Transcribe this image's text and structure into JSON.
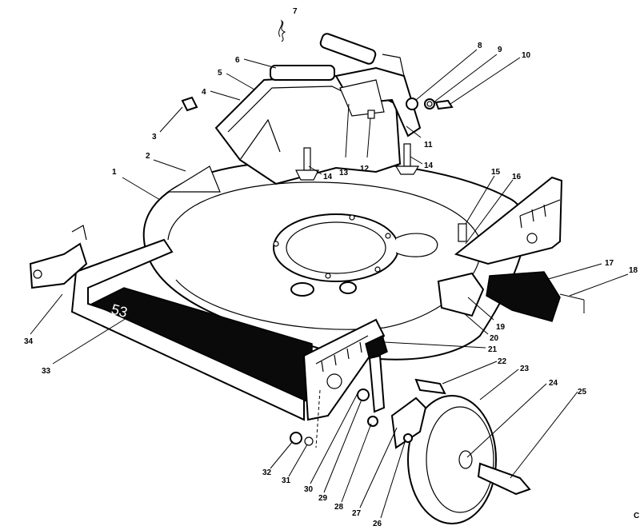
{
  "diagram": {
    "callouts": [
      {
        "id": "p1",
        "label": "1"
      },
      {
        "id": "p2",
        "label": "2"
      },
      {
        "id": "p3",
        "label": "3"
      },
      {
        "id": "p4",
        "label": "4"
      },
      {
        "id": "p5",
        "label": "5"
      },
      {
        "id": "p6",
        "label": "6"
      },
      {
        "id": "p7",
        "label": "7"
      },
      {
        "id": "p8",
        "label": "8"
      },
      {
        "id": "p9",
        "label": "9"
      },
      {
        "id": "p10",
        "label": "10"
      },
      {
        "id": "p11",
        "label": "11"
      },
      {
        "id": "p12",
        "label": "12"
      },
      {
        "id": "p13",
        "label": "13"
      },
      {
        "id": "p14a",
        "label": "14"
      },
      {
        "id": "p14b",
        "label": "14"
      },
      {
        "id": "p15",
        "label": "15"
      },
      {
        "id": "p16",
        "label": "16"
      },
      {
        "id": "p17",
        "label": "17"
      },
      {
        "id": "p18",
        "label": "18"
      },
      {
        "id": "p19",
        "label": "19"
      },
      {
        "id": "p20",
        "label": "20"
      },
      {
        "id": "p21",
        "label": "21"
      },
      {
        "id": "p22",
        "label": "22"
      },
      {
        "id": "p23",
        "label": "23"
      },
      {
        "id": "p24",
        "label": "24"
      },
      {
        "id": "p25",
        "label": "25"
      },
      {
        "id": "p26",
        "label": "26"
      },
      {
        "id": "p27",
        "label": "27"
      },
      {
        "id": "p28",
        "label": "28"
      },
      {
        "id": "p29",
        "label": "29"
      },
      {
        "id": "p30",
        "label": "30"
      },
      {
        "id": "p31",
        "label": "31"
      },
      {
        "id": "p32",
        "label": "32"
      },
      {
        "id": "p33",
        "label": "33"
      },
      {
        "id": "p34",
        "label": "34"
      }
    ],
    "deck_marking": "53",
    "corner_mark": "C"
  }
}
